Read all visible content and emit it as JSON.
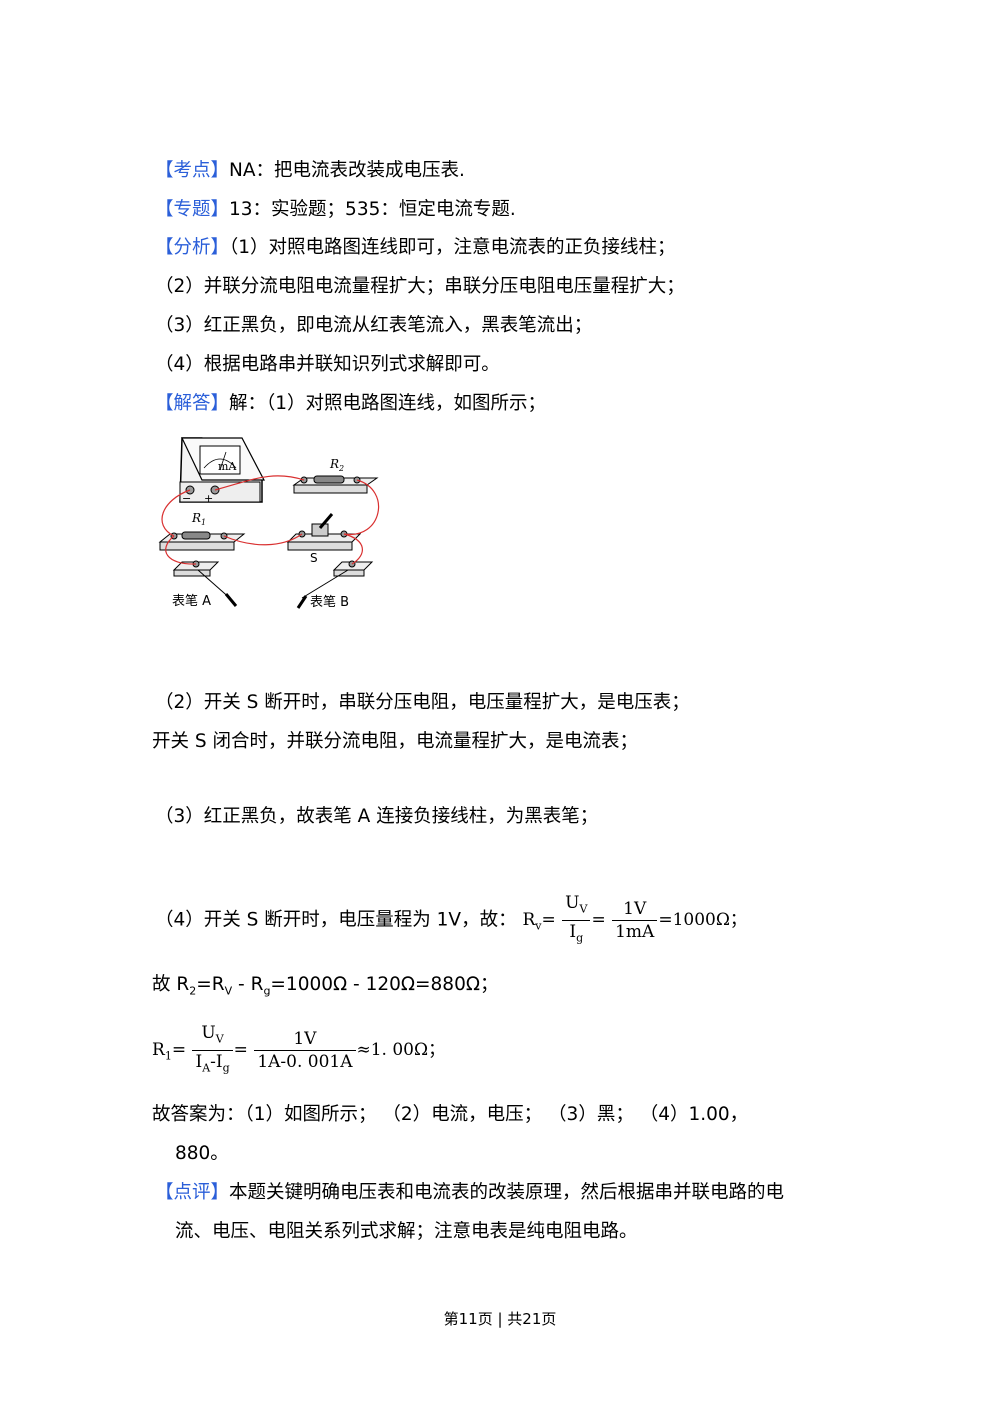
{
  "kaodian": {
    "tag": "【考点】",
    "text": "NA：把电流表改装成电压表."
  },
  "zhuanti": {
    "tag": "【专题】",
    "text": "13：实验题；535：恒定电流专题."
  },
  "fenxi": {
    "tag": "【分析】",
    "l1": "（1）对照电路图连线即可，注意电流表的正负接线柱；",
    "l2": "（2）并联分流电阻电流量程扩大；串联分压电阻电压量程扩大；",
    "l3": "（3）红正黑负，即电流从红表笔流入，黑表笔流出；",
    "l4": "（4）根据电路串并联知识列式求解即可。"
  },
  "jieda": {
    "tag": "【解答】",
    "text": "解：（1）对照电路图连线，如图所示；"
  },
  "figure": {
    "meter_label": "mA",
    "r2_label": "R",
    "r2_sub": "2",
    "r1_label": "R",
    "r1_sub": "1",
    "switch_label": "S",
    "probe_a": "表笔 A",
    "probe_b": "表笔 B",
    "minus": "−",
    "plus": "+"
  },
  "part2": {
    "l1": "（2）开关 S 断开时，串联分压电阻，电压量程扩大，是电压表；",
    "l2": "开关 S 闭合时，并联分流电阻，电流量程扩大，是电流表；"
  },
  "part3": "（3）红正黑负，故表笔 A 连接负接线柱，为黑表笔；",
  "part4": {
    "text": "（4）开关 S 断开时，电压量程为 1V，故：",
    "rv": "R",
    "rv_sub": "v",
    "eq": "=",
    "f1_num": "U",
    "f1_num_sub": "V",
    "f1_den": "I",
    "f1_den_sub": "g",
    "eq2": "=",
    "f2_num": "1V",
    "f2_den": "1mA",
    "result": "=1000Ω；"
  },
  "r2_line": {
    "text_a": "故 R",
    "sub_2": "2",
    "text_b": "=R",
    "sub_v": "V",
    "text_c": " - R",
    "sub_g": "g",
    "text_d": "=1000Ω - 120Ω=880Ω；"
  },
  "r1_line": {
    "r": "R",
    "r_sub": "1",
    "eq": "=",
    "f1_num": "U",
    "f1_num_sub": "V",
    "f1_den_a": "I",
    "f1_den_a_sub": "A",
    "f1_den_minus": "-I",
    "f1_den_b_sub": "g",
    "eq2": "=",
    "f2_num": "1V",
    "f2_den": "1A-0. 001A",
    "result": "≈1. 00Ω；"
  },
  "answer": {
    "l1": "故答案为：（1）如图所示；  （2）电流，电压；  （3）黑；  （4）1.00，",
    "l2": "880。"
  },
  "dianping": {
    "tag": "【点评】",
    "l1": "本题关键明确电压表和电流表的改装原理，然后根据串并联电路的电",
    "l2": "流、电压、电阻关系列式求解；注意电表是纯电阻电路。"
  },
  "footer": "第11页 | 共21页",
  "colors": {
    "tag": "#2b5fd9",
    "wire": "#d93030"
  }
}
